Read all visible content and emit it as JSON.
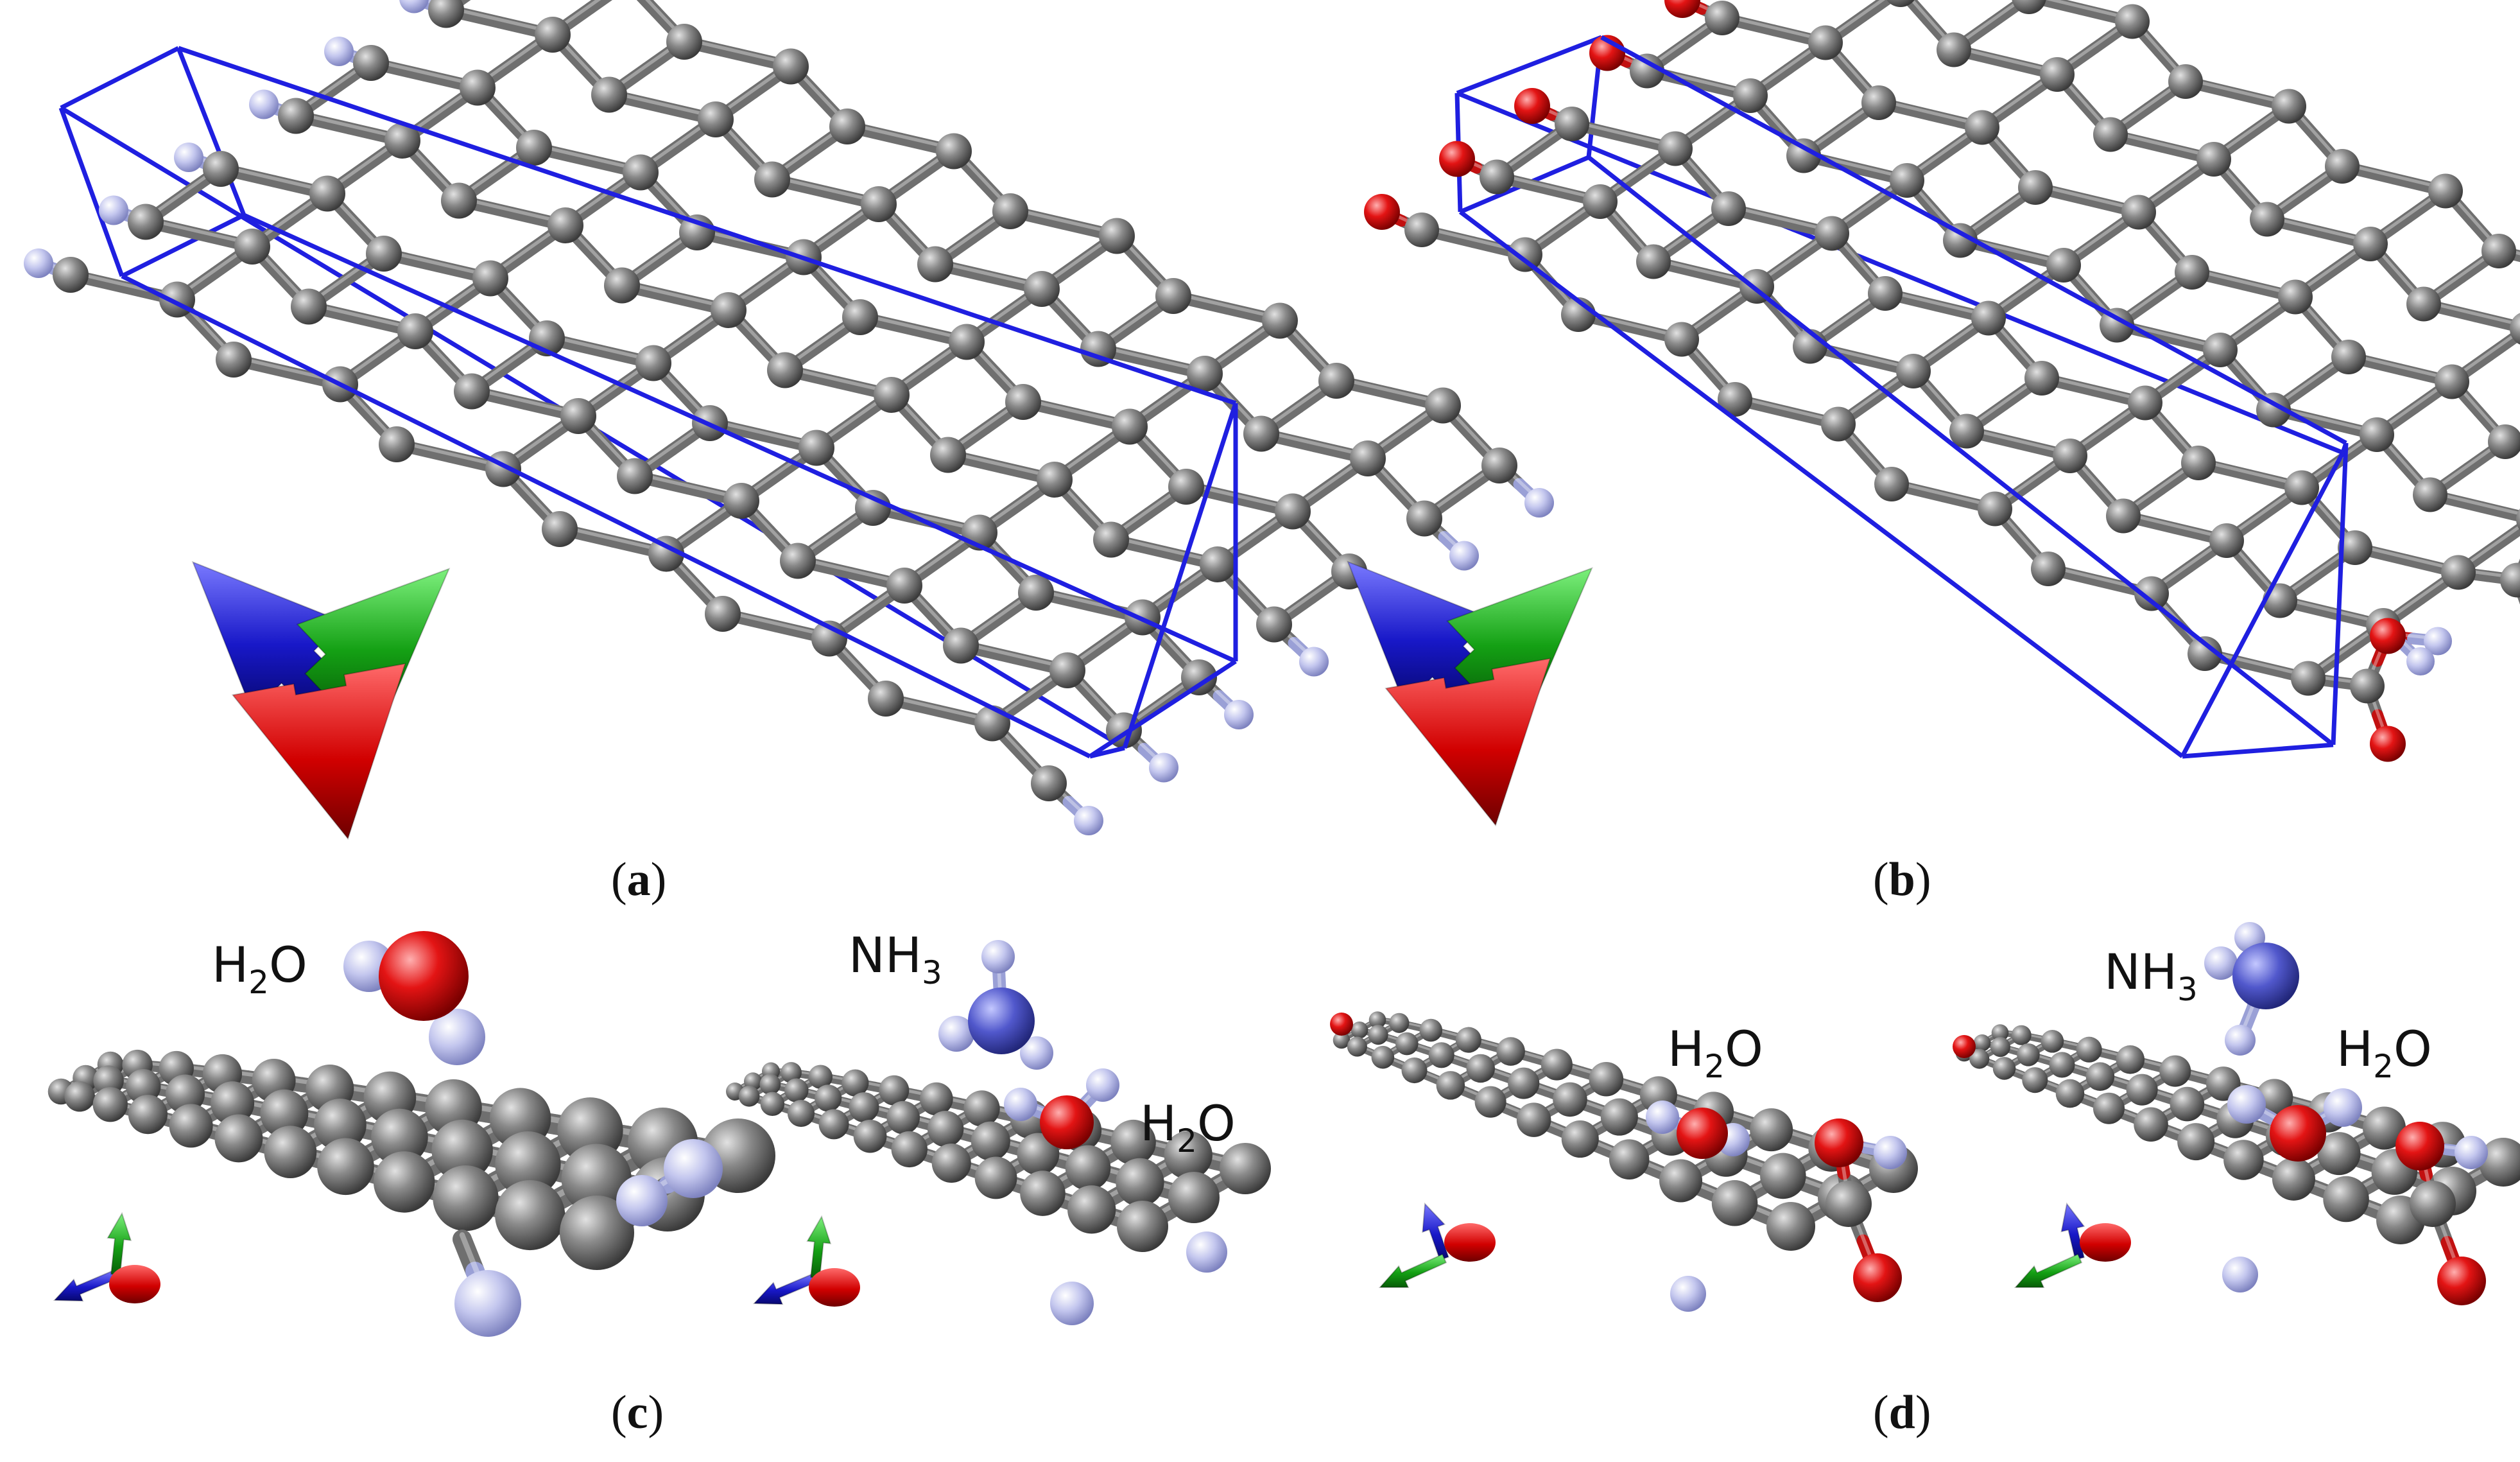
{
  "colors": {
    "carbon": "#7a7a7a",
    "carbon_light": "#d9d9d9",
    "carbon_dark": "#3c3c3c",
    "hydrogen": "#b9bde8",
    "hydrogen_light": "#f1f2ff",
    "oxygen": "#e00f0f",
    "oxygen_light": "#ff9a9a",
    "nitrogen": "#4f56c8",
    "nitrogen_light": "#aab0ff",
    "cell_edge": "#1f1fe0",
    "axis_x": "#d40000",
    "axis_y": "#11a011",
    "axis_z": "#1515c8"
  },
  "panels": [
    {
      "id": "a",
      "caption": {
        "open": "(",
        "letter": "a",
        "close": ")"
      }
    },
    {
      "id": "b",
      "caption": {
        "open": "(",
        "letter": "b",
        "close": ")"
      }
    },
    {
      "id": "c",
      "caption": {
        "open": "(",
        "letter": "c",
        "close": ")"
      }
    },
    {
      "id": "d",
      "caption": {
        "open": "(",
        "letter": "d",
        "close": ")"
      }
    }
  ],
  "molecule_labels": {
    "c_left_h2o": {
      "main": "H",
      "sub": "2",
      "tail": "O"
    },
    "c_right_nh3": {
      "main": "NH",
      "sub": "3",
      "tail": ""
    },
    "c_right_h2o": {
      "main": "H",
      "sub": "2",
      "tail": "O"
    },
    "d_left_h2o": {
      "main": "H",
      "sub": "2",
      "tail": "O"
    },
    "d_right_nh3": {
      "main": "NH",
      "sub": "3",
      "tail": ""
    },
    "d_right_h2o": {
      "main": "H",
      "sub": "2",
      "tail": "O"
    }
  }
}
